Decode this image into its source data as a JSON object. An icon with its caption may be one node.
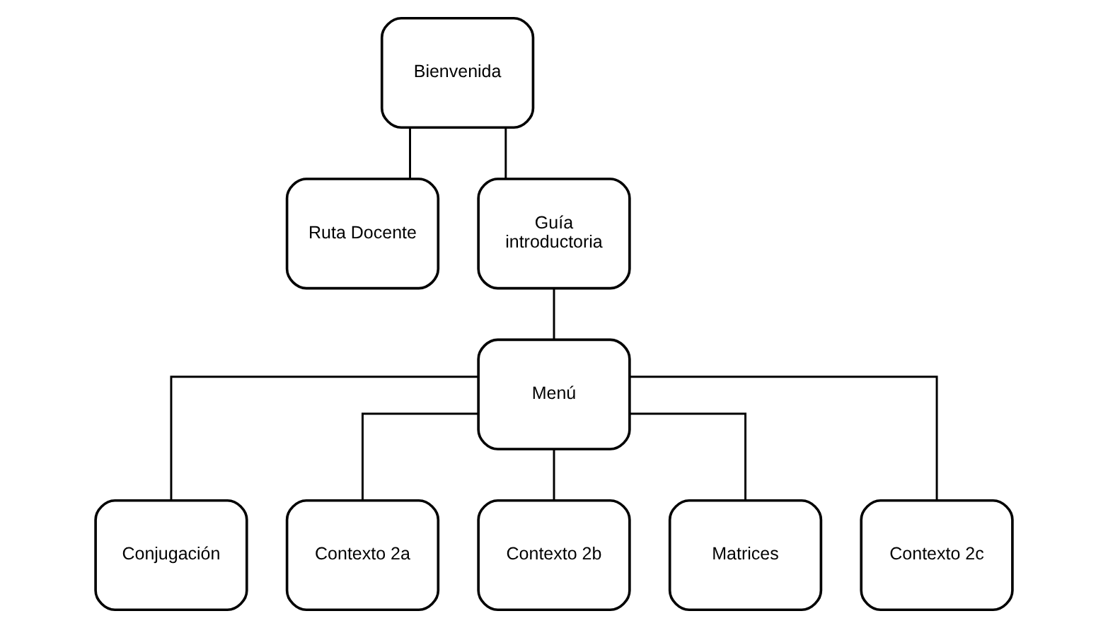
{
  "diagram": {
    "nodes": [
      {
        "text": [
          "Bienvenida"
        ]
      },
      {
        "text": [
          "Ruta Docente"
        ]
      },
      {
        "text": [
          "Guía introductoria"
        ]
      },
      {
        "text": [
          "Menú"
        ]
      },
      {
        "text": [
          "Conjugación"
        ]
      },
      {
        "text": [
          "Contexto 2a"
        ]
      },
      {
        "text": [
          "Contexto 2b"
        ]
      },
      {
        "text": [
          "Matrices"
        ]
      },
      {
        "text": [
          "Contexto 2c"
        ]
      }
    ],
    "edges": [
      {
        "from": 0,
        "to": 1,
        "arrow": "none"
      },
      {
        "from": 0,
        "to": 2,
        "arrow": "none"
      },
      {
        "from": 2,
        "to": 3,
        "arrow": "none"
      },
      {
        "from": 3,
        "to": 4,
        "arrow": "none"
      },
      {
        "from": 3,
        "to": 5,
        "arrow": "none"
      },
      {
        "from": 3,
        "to": 6,
        "arrow": "none"
      },
      {
        "from": 3,
        "to": 7,
        "arrow": "none"
      },
      {
        "from": 3,
        "to": 8,
        "arrow": "none"
      }
    ]
  }
}
